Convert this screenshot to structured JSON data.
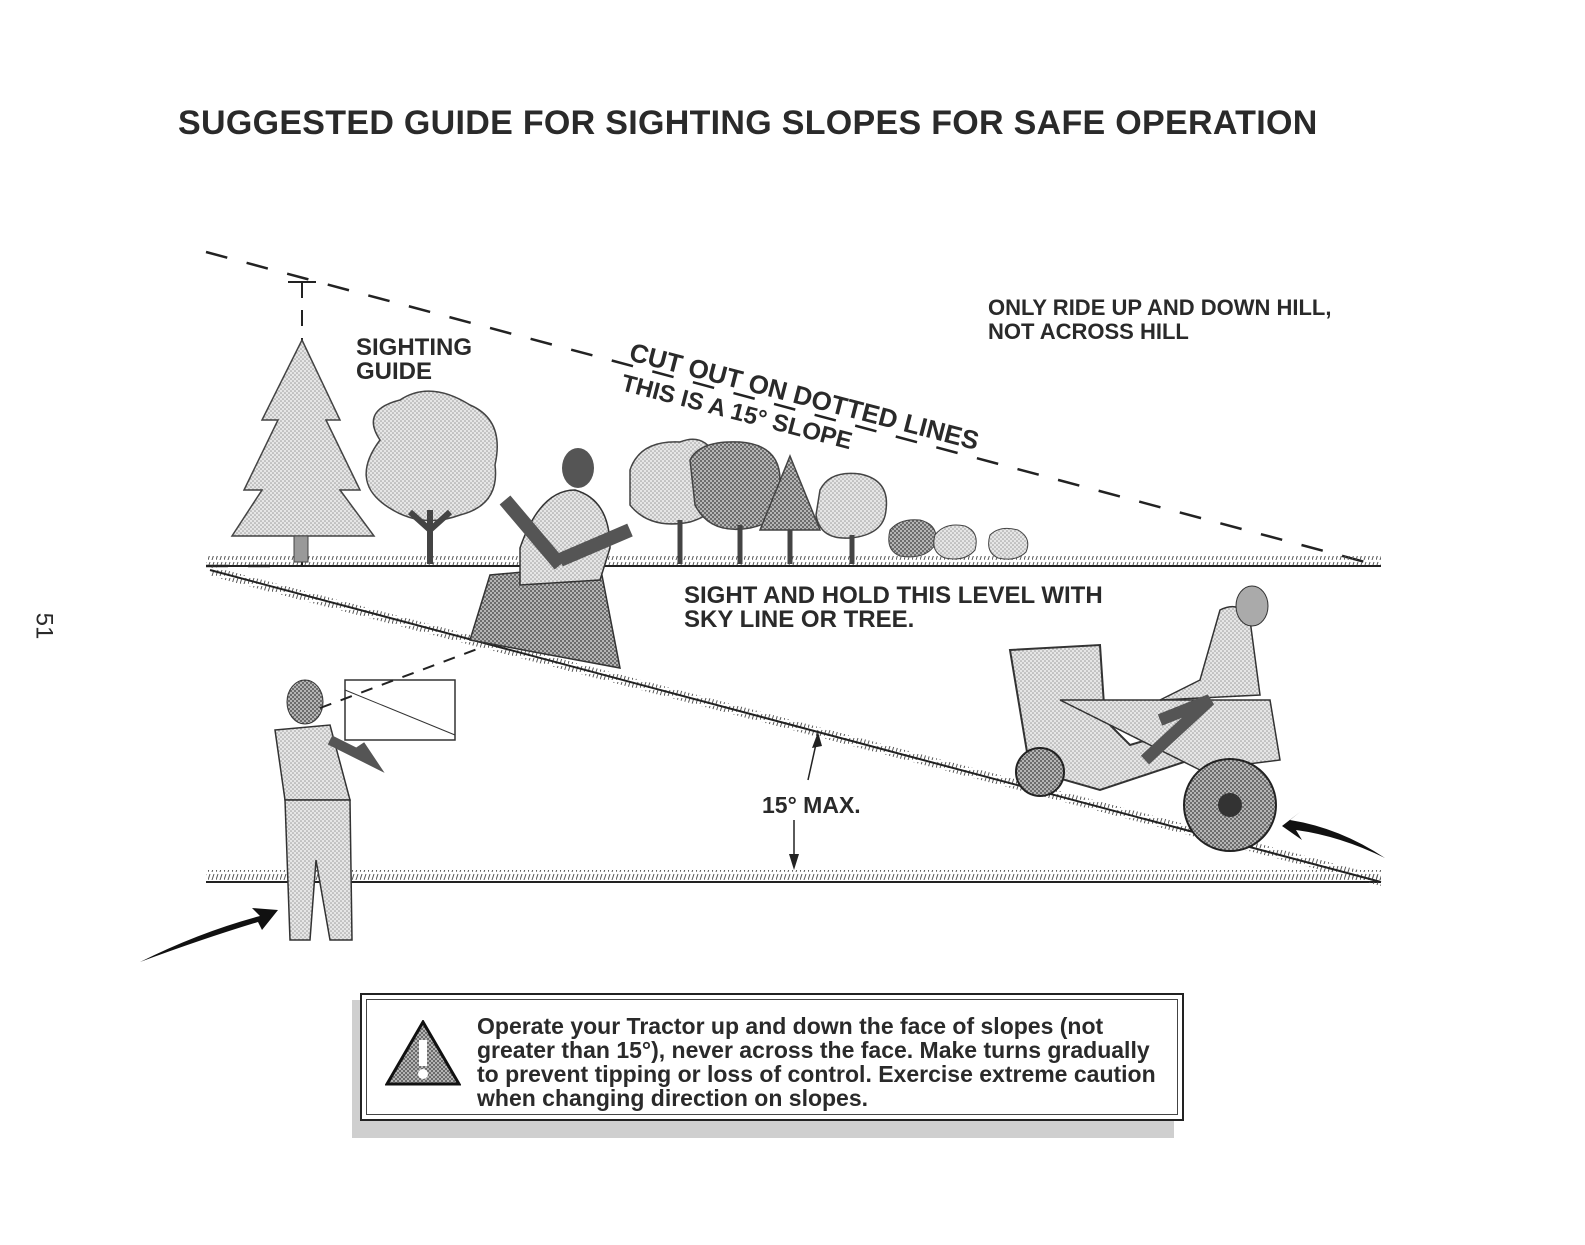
{
  "page": {
    "title": "SUGGESTED GUIDE FOR SIGHTING SLOPES FOR SAFE OPERATION",
    "page_number": "51"
  },
  "diagram": {
    "sighting_guide_label": [
      "SIGHTING",
      "GUIDE"
    ],
    "cut_out_label": "CUT OUT ON DOTTED LINES",
    "slope_label": "THIS IS A 15° SLOPE",
    "ride_note": [
      "ONLY RIDE UP AND DOWN HILL,",
      "NOT ACROSS HILL"
    ],
    "sight_hold_note": [
      "SIGHT AND HOLD THIS LEVEL WITH",
      "SKY LINE OR TREE."
    ],
    "max_angle_label": "15° MAX."
  },
  "warning": {
    "icon": "warning-triangle-icon",
    "text": "Operate your Tractor up and down the face of slopes (not greater than 15°), never across the face. Make turns gradually to prevent tipping or loss of control. Exercise extreme caution when changing direction on slopes."
  }
}
